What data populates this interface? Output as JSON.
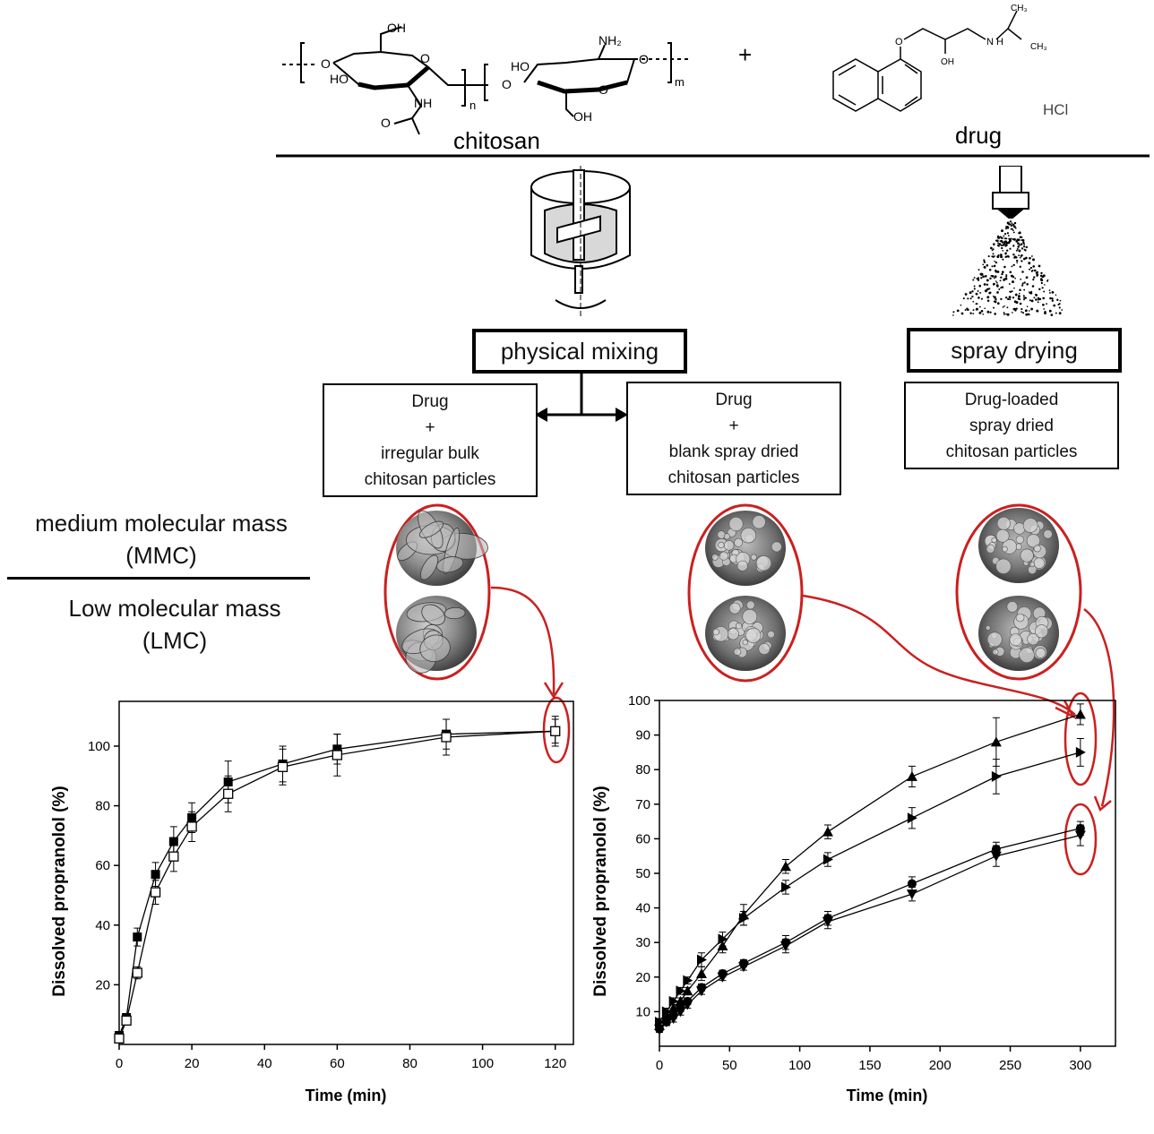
{
  "header": {
    "chitosan_label": "chitosan",
    "drug_label": "drug",
    "plus": "+",
    "hcl": "HCl",
    "chitosan_atoms": {
      "oh_top": "OH",
      "ho_left": "HO",
      "o_ring1": "O",
      "o_link_left": "O",
      "nh": "NH",
      "o_carbonyl": "O",
      "nh2": "NH₂",
      "ho_right": "HO",
      "o_ring2": "O",
      "o_link_mid": "O",
      "oh_bottom": "OH",
      "o_link_right": "O",
      "sub_n": "n",
      "sub_m": "m"
    },
    "drug_atoms": {
      "o": "O",
      "oh": "OH",
      "nh": "N\nH",
      "ch3_a": "CH₃",
      "ch3_b": "CH₃"
    }
  },
  "process": {
    "physical_mixing": "physical mixing",
    "spray_drying": "spray drying"
  },
  "formulations": [
    {
      "lines": [
        "Drug",
        "+",
        "irregular bulk",
        "chitosan particles"
      ]
    },
    {
      "lines": [
        "Drug",
        "+",
        "blank spray dried",
        "chitosan particles"
      ]
    },
    {
      "lines": [
        "Drug-loaded",
        "spray dried",
        "chitosan particles"
      ]
    }
  ],
  "polymers": {
    "mmc_line1": "medium  molecular mass",
    "mmc_line2": "(MMC)",
    "lmc_line1": "Low molecular mass",
    "lmc_line2": "(LMC)"
  },
  "chart_data": [
    {
      "type": "line",
      "xlabel": "Time (min)",
      "ylabel": "Dissolved propranolol (%)",
      "xlim": [
        0,
        125
      ],
      "ylim": [
        0,
        115
      ],
      "xticks": [
        0,
        20,
        40,
        60,
        80,
        100,
        120
      ],
      "yticks": [
        20,
        40,
        60,
        80,
        100
      ],
      "series": [
        {
          "marker": "filled-square",
          "x": [
            0,
            2,
            5,
            10,
            15,
            20,
            30,
            45,
            60,
            90,
            120
          ],
          "y": [
            3,
            9,
            36,
            57,
            68,
            76,
            88,
            94,
            99,
            104,
            105
          ],
          "err": [
            1,
            1,
            3,
            4,
            5,
            5,
            7,
            6,
            5,
            5,
            4
          ]
        },
        {
          "marker": "open-square",
          "x": [
            0,
            2,
            5,
            10,
            15,
            20,
            30,
            45,
            60,
            90,
            120
          ],
          "y": [
            2,
            8,
            24,
            51,
            63,
            73,
            84,
            93,
            97,
            103,
            105
          ],
          "err": [
            1,
            1,
            2,
            4,
            5,
            5,
            6,
            6,
            7,
            6,
            5
          ]
        }
      ]
    },
    {
      "type": "line",
      "xlabel": "Time (min)",
      "ylabel": "Dissolved propranolol (%)",
      "xlim": [
        0,
        325
      ],
      "ylim": [
        0,
        100
      ],
      "xticks": [
        0,
        50,
        100,
        150,
        200,
        250,
        300
      ],
      "yticks": [
        10,
        20,
        30,
        40,
        50,
        60,
        70,
        80,
        90,
        100
      ],
      "series": [
        {
          "marker": "triangle-up",
          "x": [
            0,
            5,
            10,
            15,
            20,
            30,
            45,
            60,
            90,
            120,
            180,
            240,
            300
          ],
          "y": [
            6,
            9,
            11,
            13,
            16,
            21,
            29,
            38,
            52,
            62,
            78,
            88,
            96
          ],
          "err": [
            1,
            1,
            1,
            1,
            1,
            2,
            2,
            3,
            2,
            2,
            3,
            7,
            3
          ]
        },
        {
          "marker": "triangle-right",
          "x": [
            0,
            5,
            10,
            15,
            20,
            30,
            45,
            60,
            90,
            120,
            180,
            240,
            300
          ],
          "y": [
            7,
            10,
            13,
            16,
            19,
            25,
            31,
            37,
            46,
            54,
            66,
            78,
            85
          ],
          "err": [
            1,
            1,
            1,
            1,
            1,
            2,
            2,
            2,
            2,
            2,
            3,
            5,
            4
          ]
        },
        {
          "marker": "filled-circle",
          "x": [
            0,
            5,
            10,
            15,
            20,
            30,
            45,
            60,
            90,
            120,
            180,
            240,
            300
          ],
          "y": [
            5,
            7,
            9,
            11,
            13,
            17,
            21,
            24,
            30,
            37,
            47,
            57,
            63
          ],
          "err": [
            1,
            1,
            1,
            1,
            1,
            1,
            1,
            1,
            2,
            2,
            2,
            2,
            2
          ]
        },
        {
          "marker": "triangle-down",
          "x": [
            0,
            5,
            10,
            15,
            20,
            30,
            45,
            60,
            90,
            120,
            180,
            240,
            300
          ],
          "y": [
            5,
            7,
            8,
            10,
            12,
            16,
            20,
            23,
            29,
            36,
            44,
            55,
            61
          ],
          "err": [
            1,
            1,
            1,
            1,
            1,
            1,
            1,
            1,
            2,
            2,
            2,
            3,
            3
          ]
        }
      ]
    }
  ]
}
